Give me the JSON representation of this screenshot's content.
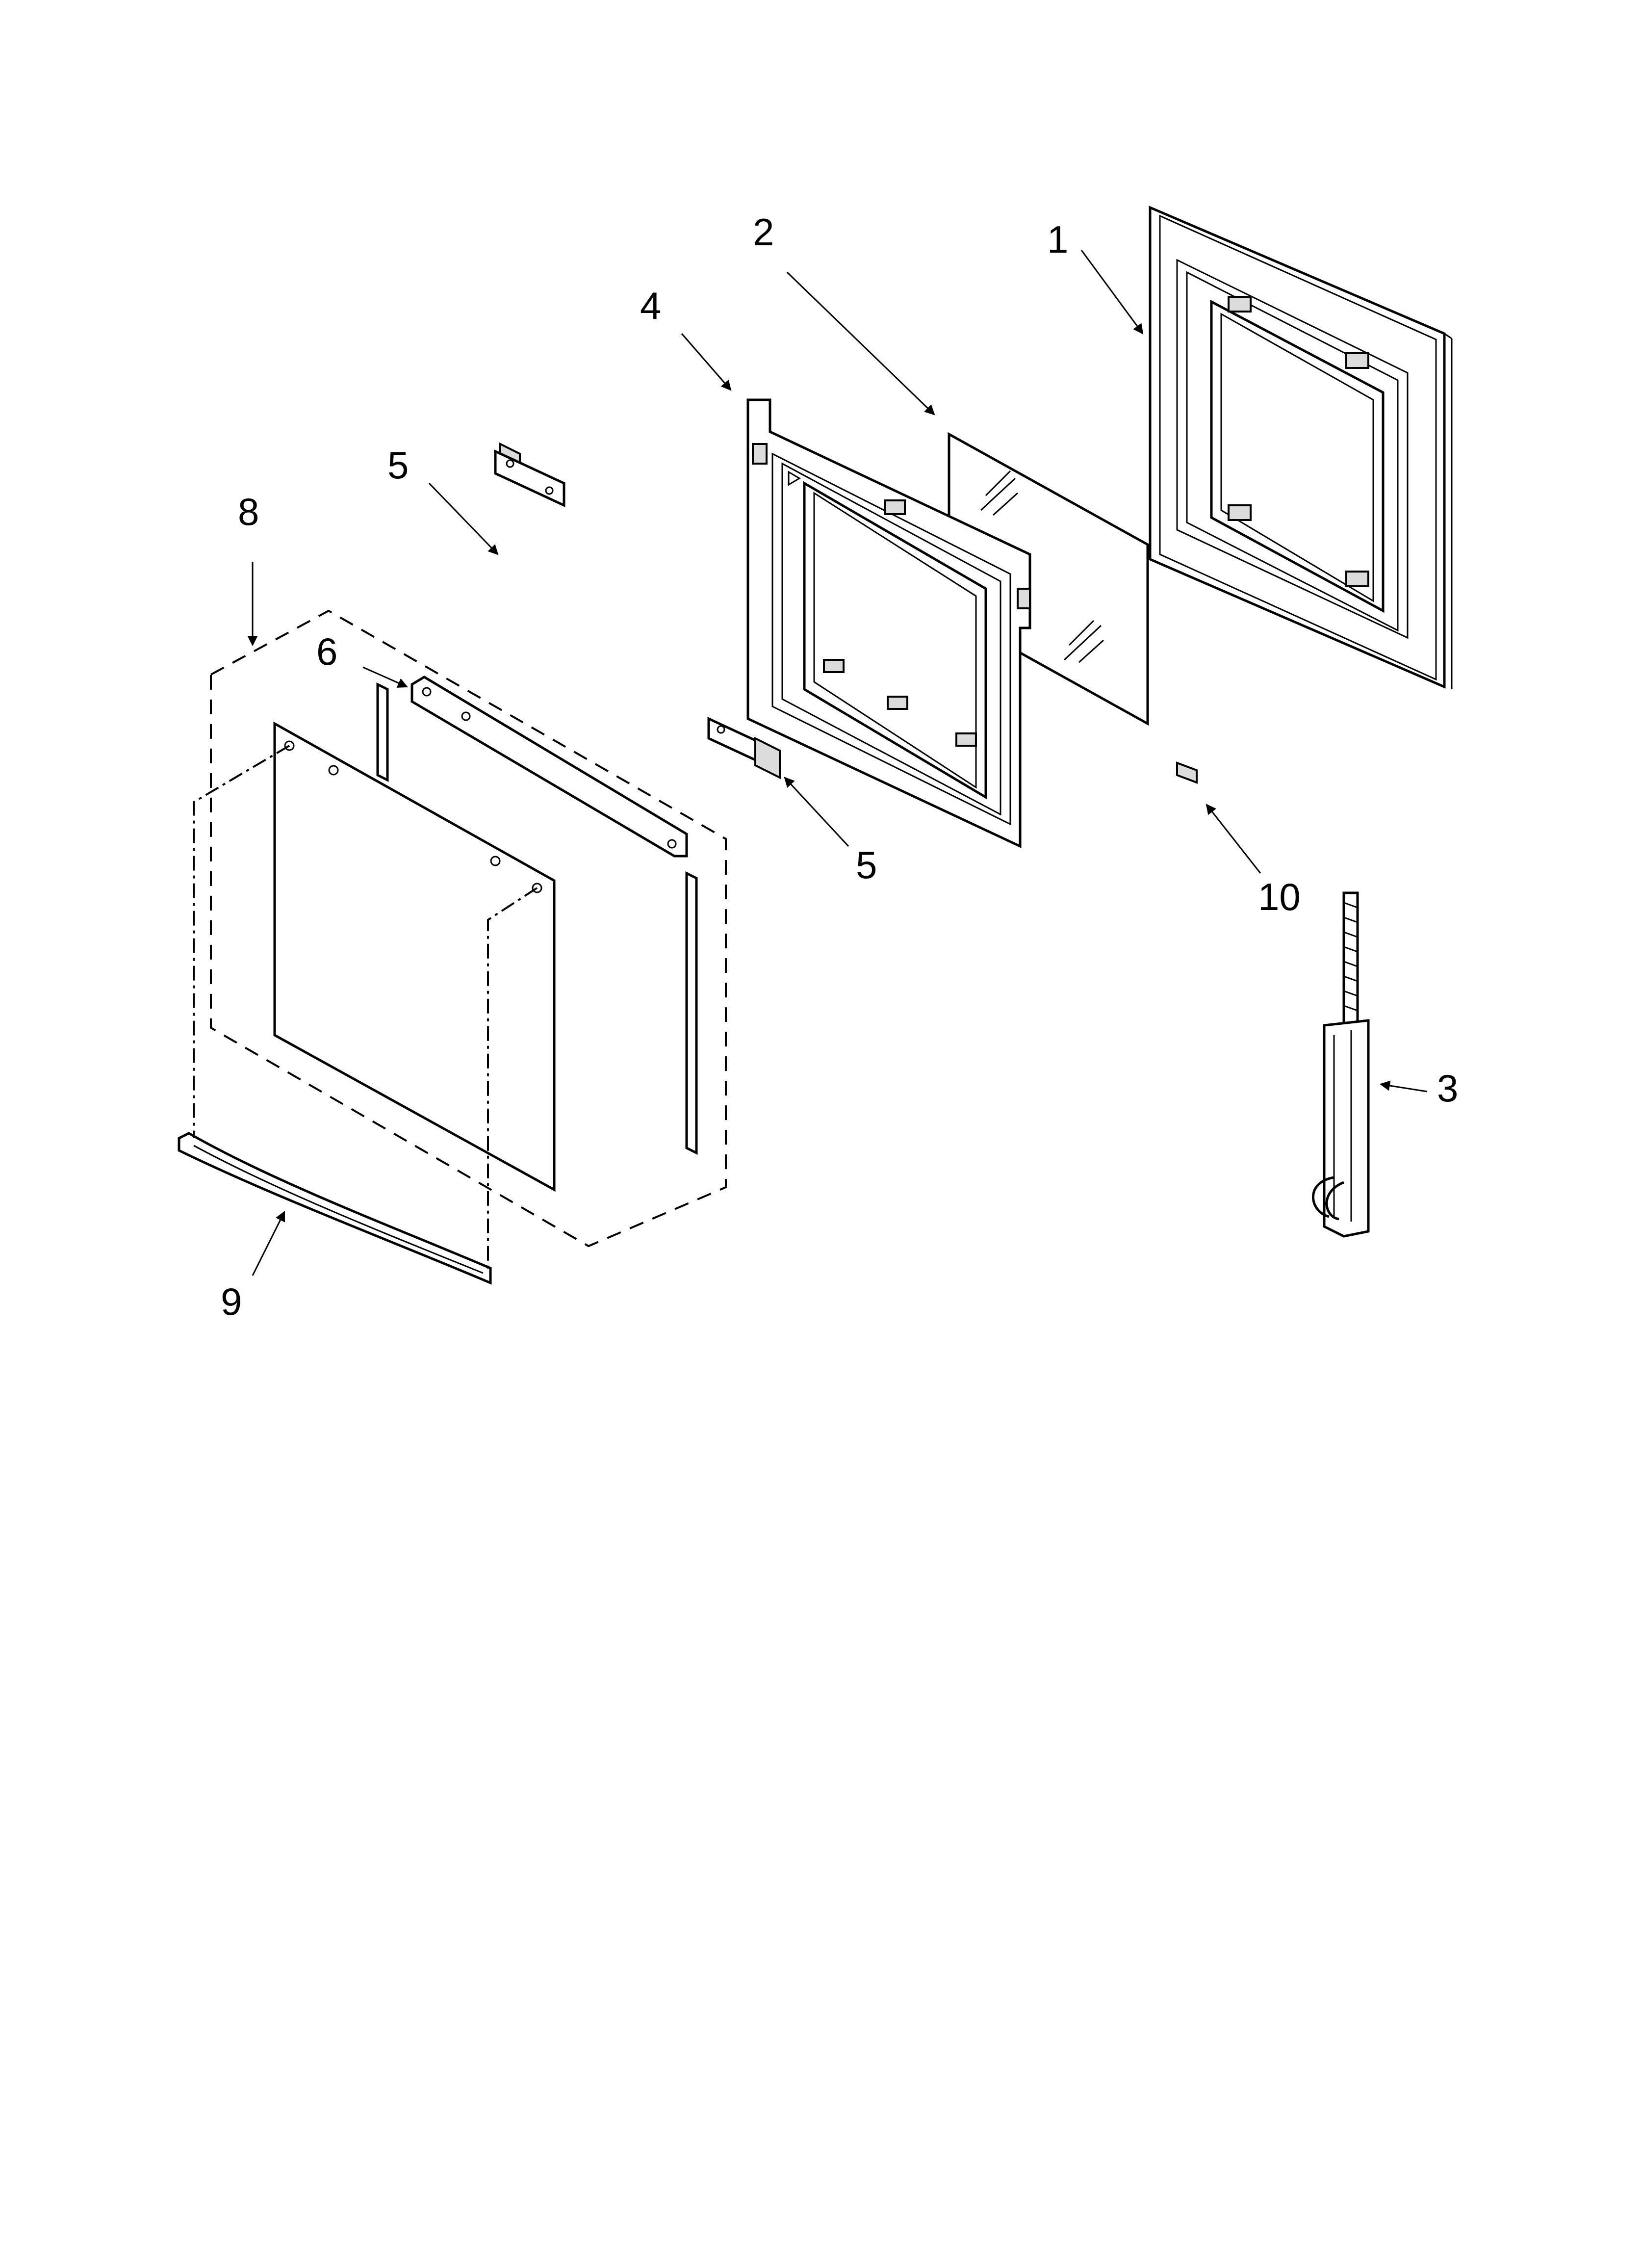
{
  "callouts": [
    {
      "id": "c1",
      "label": "1"
    },
    {
      "id": "c2",
      "label": "2"
    },
    {
      "id": "c3",
      "label": "3"
    },
    {
      "id": "c4",
      "label": "4"
    },
    {
      "id": "c5a",
      "label": "5"
    },
    {
      "id": "c5b",
      "label": "5"
    },
    {
      "id": "c6",
      "label": "6"
    },
    {
      "id": "c8",
      "label": "8"
    },
    {
      "id": "c9",
      "label": "9"
    },
    {
      "id": "c10",
      "label": "10"
    }
  ]
}
